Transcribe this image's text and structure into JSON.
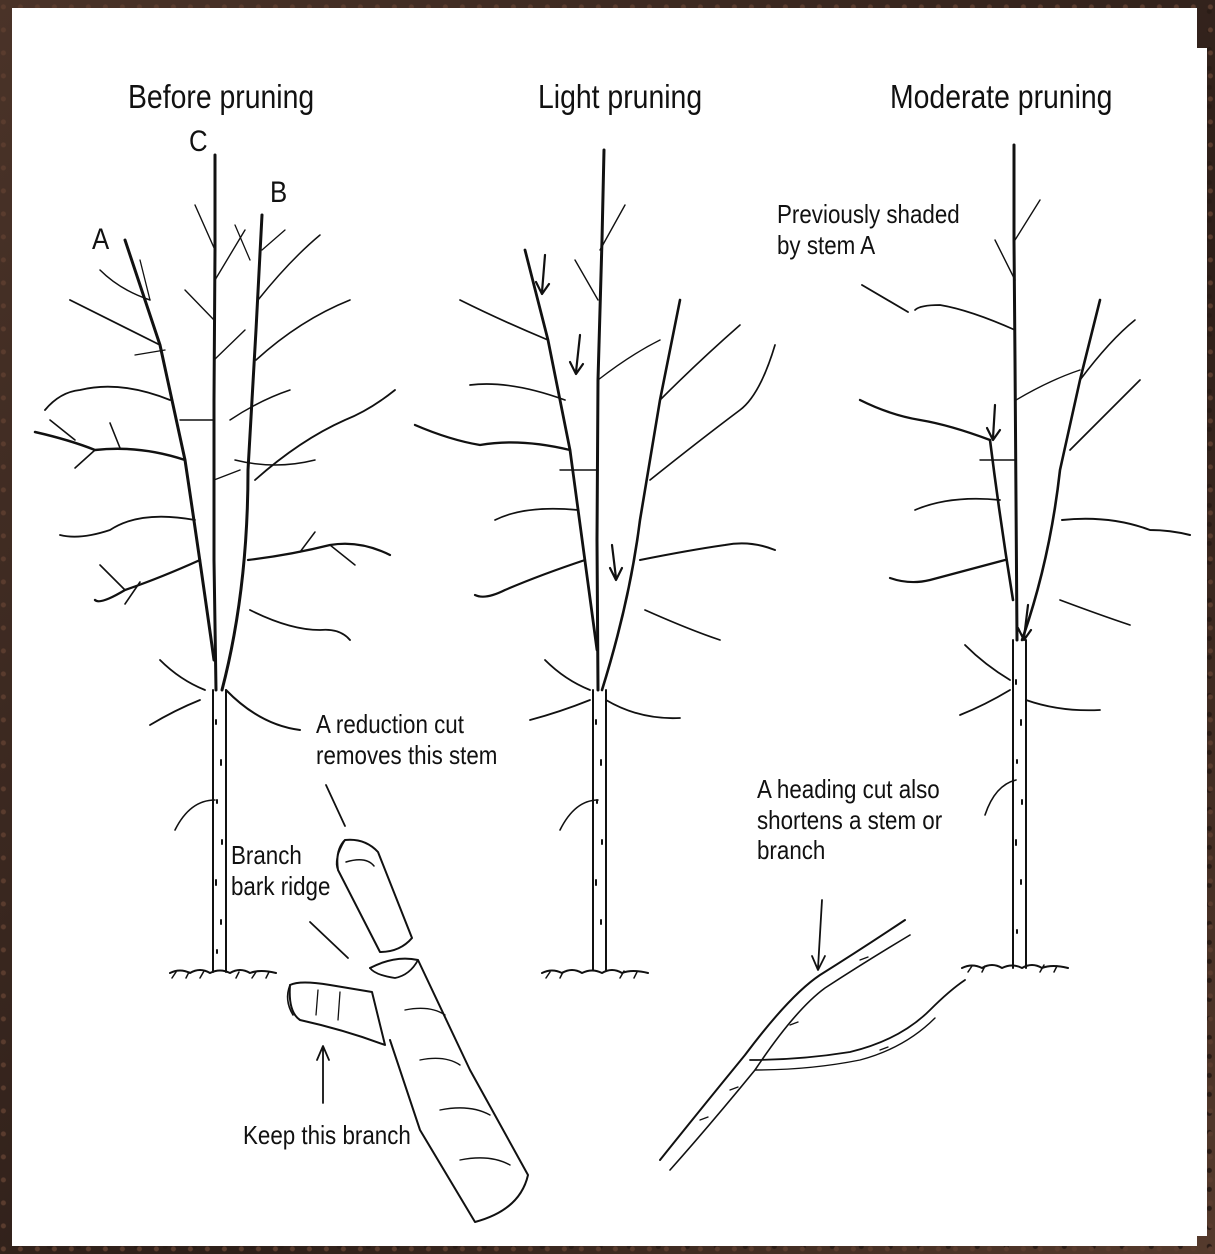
{
  "panels": {
    "before": {
      "title": "Before pruning",
      "label_a": "A",
      "label_b": "B",
      "label_c": "C"
    },
    "light": {
      "title": "Light pruning"
    },
    "moderate": {
      "title": "Moderate pruning"
    }
  },
  "annotations": {
    "shaded": "Previously shaded\nby stem A",
    "reduction_cut": "A reduction cut\nremoves this stem",
    "bark_ridge": "Branch\nbark ridge",
    "keep_branch": "Keep this branch",
    "heading_cut": "A heading cut also\nshortens a stem or\nbranch"
  },
  "colors": {
    "ink": "#111111",
    "paper": "#ffffff",
    "background": "#3a2a22"
  }
}
